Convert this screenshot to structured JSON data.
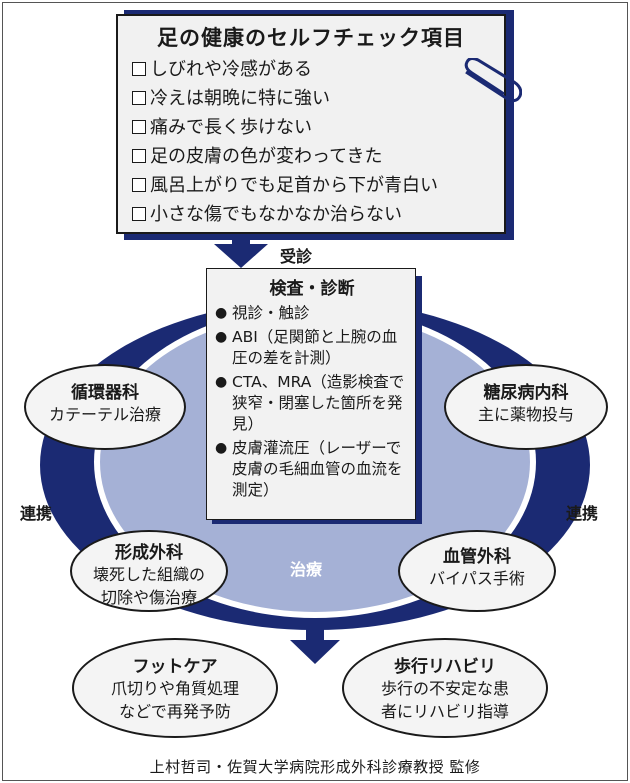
{
  "checklist": {
    "title": "足の健康のセルフチェック項目",
    "items": [
      "しびれや冷感がある",
      "冷えは朝晩に特に強い",
      "痛みで長く歩けない",
      "足の皮膚の色が変わってきた",
      "風呂上がりでも足首から下が青白い",
      "小さな傷でもなかなか治らない"
    ]
  },
  "flow_label_consult": "受診",
  "exam": {
    "title": "検査・診断",
    "items": [
      "視診・触診",
      "ABI（足関節と上腕の血圧の差を計測）",
      "CTA、MRA（造影検査で狭窄・閉塞した箇所を発見）",
      "皮膚灌流圧（レーザーで皮膚の毛細血管の血流を測定）"
    ],
    "bullet": "●"
  },
  "departments": {
    "cardiology": {
      "name": "循環器科",
      "desc": "カテーテル治療"
    },
    "diabetes": {
      "name": "糖尿病内科",
      "desc": "主に薬物投与"
    },
    "plastic": {
      "name": "形成外科",
      "desc_lines": [
        "壊死した組織の",
        "切除や傷治療"
      ]
    },
    "vascular": {
      "name": "血管外科",
      "desc": "バイパス手術"
    },
    "footcare": {
      "name": "フットケア",
      "desc_lines": [
        "爪切りや角質処理",
        "などで再発予防"
      ]
    },
    "rehab": {
      "name": "歩行リハビリ",
      "desc_lines": [
        "歩行の不安定な患",
        "者にリハビリ指導"
      ]
    }
  },
  "cooperation_left": "連携",
  "cooperation_right": "連携",
  "treatment_label": "治療",
  "credit": "上村哲司・佐賀大学病院形成外科診療教授 監修",
  "colors": {
    "navy": "#1b2a73",
    "inner_blue": "#a5b1d6",
    "box_gray": "#f1f1f1"
  },
  "icons": [
    "paperclip-icon",
    "down-arrow-icon",
    "checkbox-icon",
    "bullet-icon"
  ]
}
